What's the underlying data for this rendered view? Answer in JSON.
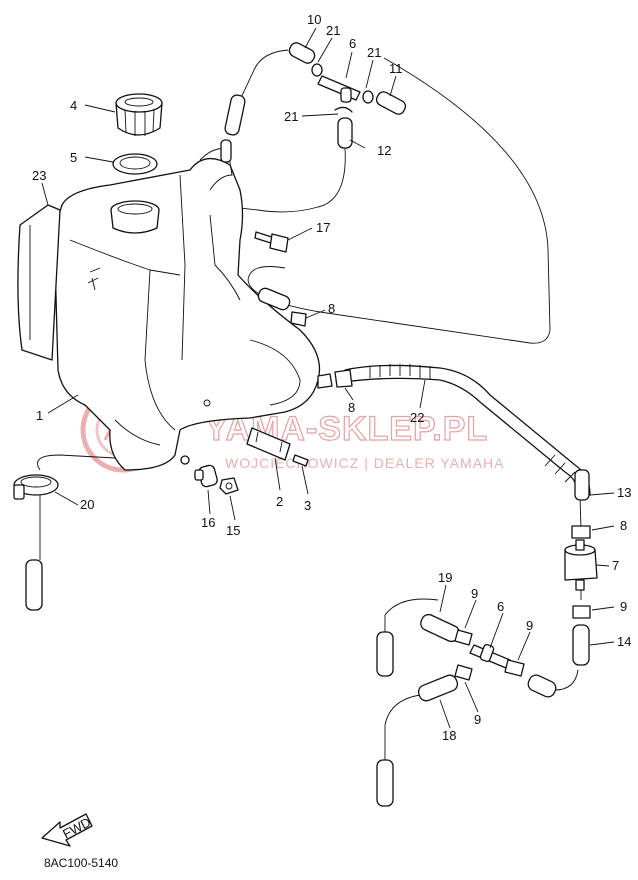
{
  "diagram_code": "8AC100-5140",
  "fwd_label": "FWD",
  "watermark": {
    "brand": "YAMA-SKLEP.PL",
    "subtitle": "WOJCIECHOWICZ | DEALER YAMAHA",
    "color": "#e8a0a0"
  },
  "callouts": [
    {
      "id": "c10a",
      "text": "10"
    },
    {
      "id": "c21a",
      "text": "21"
    },
    {
      "id": "c6a",
      "text": "6"
    },
    {
      "id": "c21b",
      "text": "21"
    },
    {
      "id": "c11",
      "text": "11"
    },
    {
      "id": "c4",
      "text": "4"
    },
    {
      "id": "c21c",
      "text": "21"
    },
    {
      "id": "c12",
      "text": "12"
    },
    {
      "id": "c5",
      "text": "5"
    },
    {
      "id": "c23",
      "text": "23"
    },
    {
      "id": "c17",
      "text": "17"
    },
    {
      "id": "c8a",
      "text": "8"
    },
    {
      "id": "c1",
      "text": "1"
    },
    {
      "id": "c8b",
      "text": "8"
    },
    {
      "id": "c22",
      "text": "22"
    },
    {
      "id": "c2",
      "text": "2"
    },
    {
      "id": "c3",
      "text": "3"
    },
    {
      "id": "c16",
      "text": "16"
    },
    {
      "id": "c15",
      "text": "15"
    },
    {
      "id": "c20",
      "text": "20"
    },
    {
      "id": "c13",
      "text": "13"
    },
    {
      "id": "c8c",
      "text": "8"
    },
    {
      "id": "c7",
      "text": "7"
    },
    {
      "id": "c19",
      "text": "19"
    },
    {
      "id": "c9a",
      "text": "9"
    },
    {
      "id": "c6b",
      "text": "6"
    },
    {
      "id": "c9b",
      "text": "9"
    },
    {
      "id": "c9c",
      "text": "9"
    },
    {
      "id": "c14",
      "text": "14"
    },
    {
      "id": "c9d",
      "text": "9"
    },
    {
      "id": "c18",
      "text": "18"
    }
  ]
}
